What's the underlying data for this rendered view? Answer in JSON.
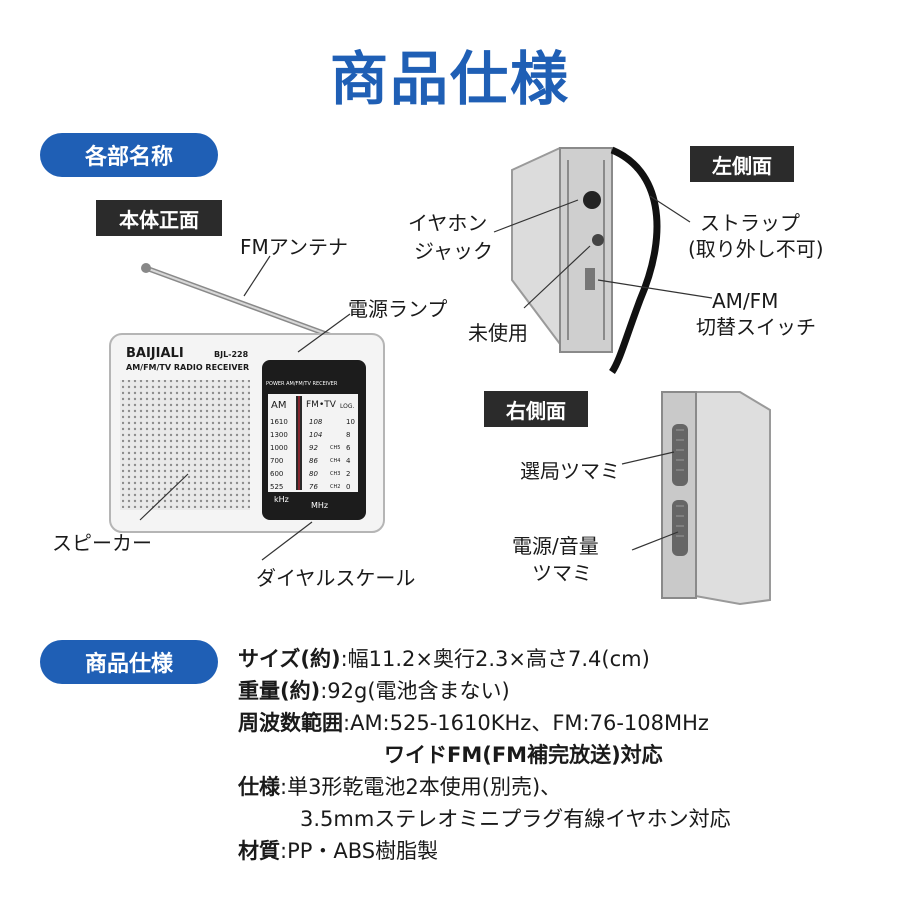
{
  "title": "商品仕様",
  "section_parts": "各部名称",
  "section_specs": "商品仕様",
  "front": {
    "tag": "本体正面",
    "brand": "BAIJIALI",
    "model": "BJL-228",
    "subtitle": "AM/FM/TV RADIO RECEIVER",
    "panel_header": "POWER  AM/FM/TV  RECEIVER",
    "am_label": "AM",
    "fm_label": "FM•TV",
    "log_label": "LOG.",
    "am_scale": [
      "1610",
      "1300",
      "1000",
      "700",
      "600",
      "525"
    ],
    "fm_scale": [
      "108",
      "104",
      "92",
      "86",
      "80",
      "76"
    ],
    "ch_scale": [
      "CH5",
      "CH4",
      "CH3",
      "CH2"
    ],
    "log_scale": [
      "10",
      "8",
      "6",
      "4",
      "2",
      "0"
    ],
    "khz": "kHz",
    "mhz": "MHz"
  },
  "labels": {
    "fm_antenna": "FMアンテナ",
    "power_lamp": "電源ランプ",
    "speaker": "スピーカー",
    "dial_scale": "ダイヤルスケール",
    "left_side": "左側面",
    "earphone_1": "イヤホン",
    "earphone_2": "ジャック",
    "strap_1": "ストラップ",
    "strap_2": "(取り外し不可)",
    "am_fm_1": "AM/FM",
    "am_fm_2": "切替スイッチ",
    "unused": "未使用",
    "right_side": "右側面",
    "tuning_knob": "選局ツマミ",
    "volume_1": "電源/音量",
    "volume_2": "ツマミ"
  },
  "specs": {
    "size_label": "サイズ(約)",
    "size_value": ":幅11.2×奥行2.3×高さ7.4(cm)",
    "weight_label": "重量(約)",
    "weight_value": ":92g(電池含まない)",
    "freq_label": "周波数範囲",
    "freq_value": ":AM:525-1610KHz、FM:76-108MHz",
    "wide_fm": "ワイドFM(FM補完放送)対応",
    "spec_label": "仕様",
    "spec_value": ":単3形乾電池2本使用(別売)、",
    "spec_value2": "3.5mmステレオミニプラグ有線イヤホン対応",
    "material_label": "材質",
    "material_value": ":PP・ABS樹脂製"
  },
  "colors": {
    "accent": "#1f5fb5",
    "dark": "#2b2b2b"
  }
}
